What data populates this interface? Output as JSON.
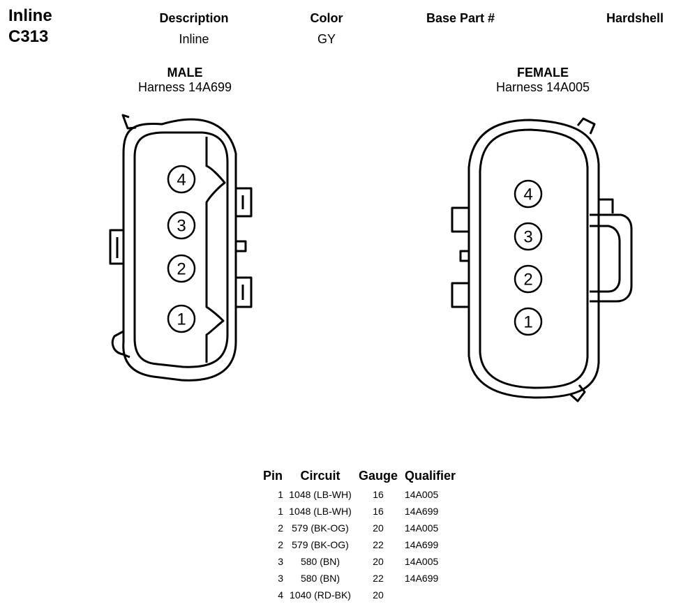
{
  "connector": {
    "title_line1": "Inline",
    "title_line2": "C313"
  },
  "header": {
    "description_label": "Description",
    "description_value": "Inline",
    "color_label": "Color",
    "color_value": "GY",
    "base_part_label": "Base Part #",
    "hardshell_label": "Hardshell"
  },
  "male": {
    "label": "MALE",
    "harness": "Harness 14A699",
    "pins": [
      "4",
      "3",
      "2",
      "1"
    ]
  },
  "female": {
    "label": "FEMALE",
    "harness": "Harness 14A005",
    "pins": [
      "4",
      "3",
      "2",
      "1"
    ]
  },
  "pin_table": {
    "headers": [
      "Pin",
      "Circuit",
      "Gauge",
      "Qualifier"
    ],
    "rows": [
      [
        "1",
        "1048 (LB-WH)",
        "16",
        "14A005"
      ],
      [
        "1",
        "1048 (LB-WH)",
        "16",
        "14A699"
      ],
      [
        "2",
        "579 (BK-OG)",
        "20",
        "14A005"
      ],
      [
        "2",
        "579 (BK-OG)",
        "22",
        "14A699"
      ],
      [
        "3",
        "580 (BN)",
        "20",
        "14A005"
      ],
      [
        "3",
        "580 (BN)",
        "22",
        "14A699"
      ],
      [
        "4",
        "1040 (RD-BK)",
        "20",
        ""
      ]
    ]
  }
}
